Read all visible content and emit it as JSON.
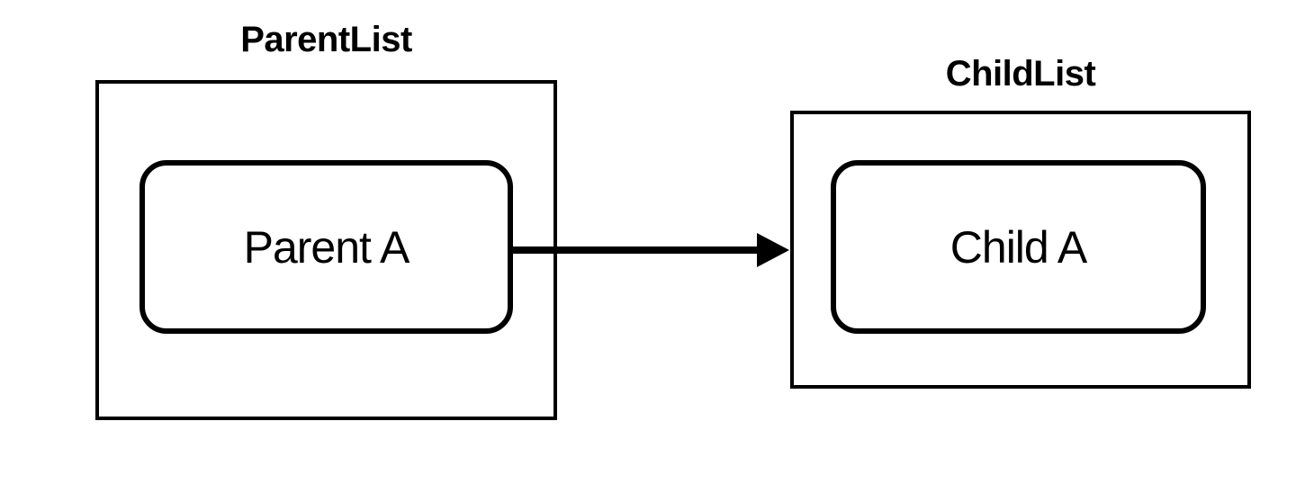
{
  "diagram": {
    "background_color": "#ffffff",
    "stroke_color": "#000000",
    "parent_group": {
      "title": "ParentList",
      "node_label": "Parent A"
    },
    "child_group": {
      "title": "ChildList",
      "node_label": "Child A"
    },
    "edge": {
      "from": "Parent A",
      "to": "ChildList",
      "type": "solid-arrow-right"
    }
  }
}
